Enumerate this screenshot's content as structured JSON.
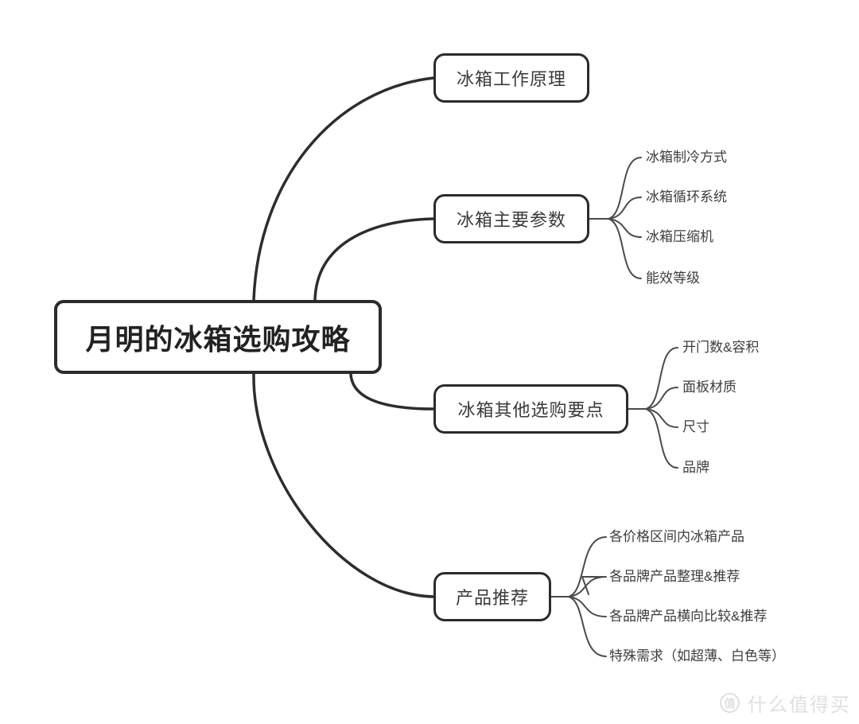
{
  "root": {
    "label": "月明的冰箱选购攻略"
  },
  "branches": [
    {
      "label": "冰箱工作原理",
      "children": []
    },
    {
      "label": "冰箱主要参数",
      "children": [
        "冰箱制冷方式",
        "冰箱循环系统",
        "冰箱压缩机",
        "能效等级"
      ]
    },
    {
      "label": "冰箱其他选购要点",
      "children": [
        "开门数&容积",
        "面板材质",
        "尺寸",
        "品牌"
      ]
    },
    {
      "label": "产品推荐",
      "children": [
        "各价格区间内冰箱产品",
        "各品牌产品整理&推荐",
        "各品牌产品横向比较&推荐",
        "特殊需求（如超薄、白色等）"
      ]
    }
  ],
  "watermark": {
    "icon_char": "值",
    "text": "什么值得买"
  },
  "colors": {
    "background": "#ffffff",
    "main_line": "#2d2d2d",
    "sub_line": "#4b4b4b",
    "node_border": "#2b2b2b",
    "root_text": "#222222",
    "branch_text": "#3a3a3a",
    "child_text": "#3e3e3e",
    "watermark": "#e0e0e0"
  }
}
